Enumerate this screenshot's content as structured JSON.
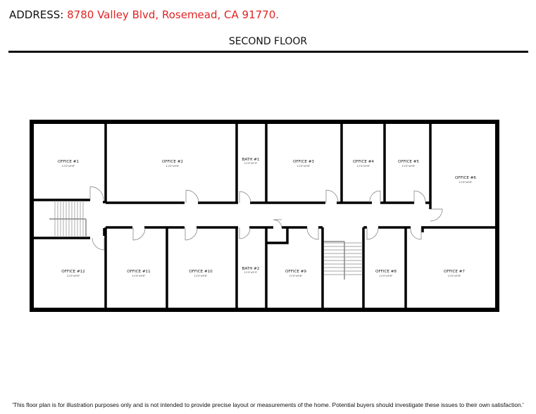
{
  "header": {
    "address_label": "ADDRESS:",
    "address_value": "8780 Valley Blvd, Rosemead, CA 91770.",
    "floor_title": "SECOND FLOOR"
  },
  "rooms": [
    {
      "name": "OFFICE #1",
      "dim": "11'0\"x9'6\""
    },
    {
      "name": "OFFICE #2",
      "dim": "11'0\"x9'6\""
    },
    {
      "name": "BATH #1",
      "dim": "11'5\"x5'3\""
    },
    {
      "name": "OFFICE #3",
      "dim": "11'0\"x9'6\""
    },
    {
      "name": "OFFICE #4",
      "dim": "11'0\"x9'6\""
    },
    {
      "name": "OFFICE #5",
      "dim": "11'0\"x9'6\""
    },
    {
      "name": "OFFICE #6",
      "dim": "11'0\"x9'6\""
    },
    {
      "name": "OFFICE #12",
      "dim": "11'0\"x9'6\""
    },
    {
      "name": "OFFICE #11",
      "dim": "11'0\"x9'6\""
    },
    {
      "name": "OFFICE #10",
      "dim": "11'0\"x9'6\""
    },
    {
      "name": "BATH #2",
      "dim": "11'5\"x5'3\""
    },
    {
      "name": "OFFICE #9",
      "dim": "11'0\"x9'6\""
    },
    {
      "name": "OFFICE #8",
      "dim": "11'0\"x9'6\""
    },
    {
      "name": "OFFICE #7",
      "dim": "11'0\"x9'6\""
    }
  ],
  "footer": {
    "disclaimer": "'This floor plan is for illustration purposes only and is not intended to provide precise layout or measurements of the home. Potential buyers should investigate these issues to their own satisfaction.'"
  },
  "colors": {
    "address": "#e02424",
    "walls": "#000000"
  }
}
